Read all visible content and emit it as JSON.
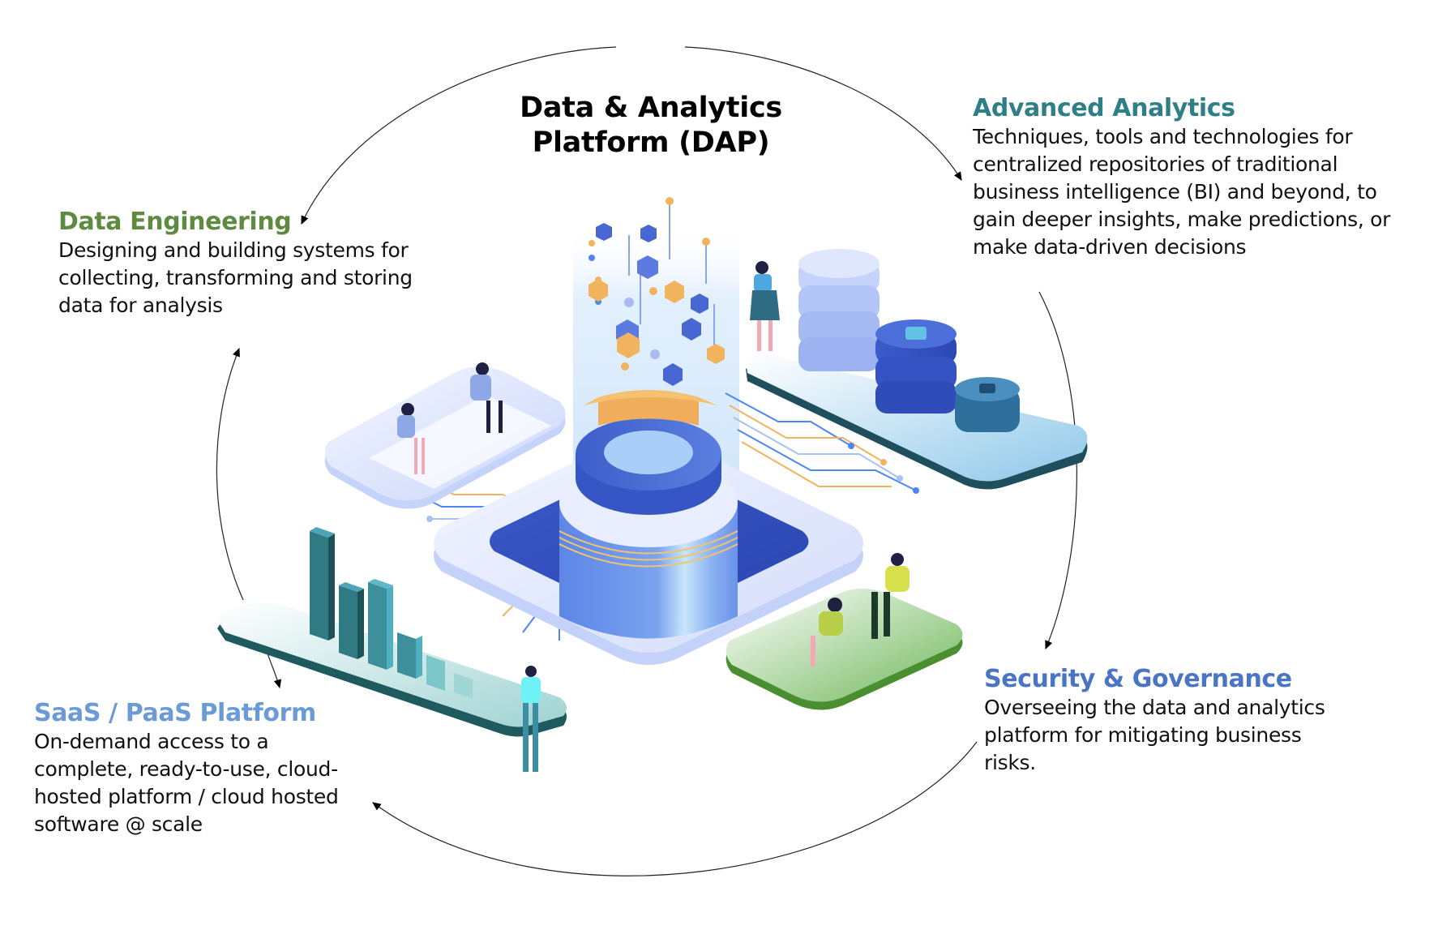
{
  "title": {
    "line1": "Data & Analytics",
    "line2": "Platform (DAP)"
  },
  "sections": {
    "data_engineering": {
      "heading": "Data Engineering",
      "color": "#5e8b3f",
      "lines": [
        "Designing and building systems for",
        "collecting, transforming and storing",
        "data for analysis"
      ]
    },
    "advanced_analytics": {
      "heading": "Advanced Analytics",
      "color": "#2f7f87",
      "lines": [
        "Techniques, tools and technologies for",
        "centralized repositories of traditional",
        "business intelligence (BI) and beyond, to",
        "gain deeper insights, make predictions, or",
        "make data-driven decisions"
      ]
    },
    "security_governance": {
      "heading": "Security & Governance",
      "color": "#4a74c4",
      "lines": [
        "Overseeing the data and analytics",
        "platform for mitigating business",
        "risks."
      ]
    },
    "saas_paas": {
      "heading": "SaaS / PaaS Platform",
      "color": "#6a9bd6",
      "lines": [
        "On-demand access to a",
        "complete, ready-to-use, cloud-",
        "hosted platform / cloud hosted",
        "software @ scale"
      ]
    }
  },
  "palette": {
    "blue_dark": "#3350c0",
    "blue_mid": "#6a8be6",
    "blue_light": "#dbe6ff",
    "orange": "#f2b35e",
    "teal": "#2f7f87",
    "green": "#4f9a3a",
    "sky": "#e4f1fc"
  }
}
